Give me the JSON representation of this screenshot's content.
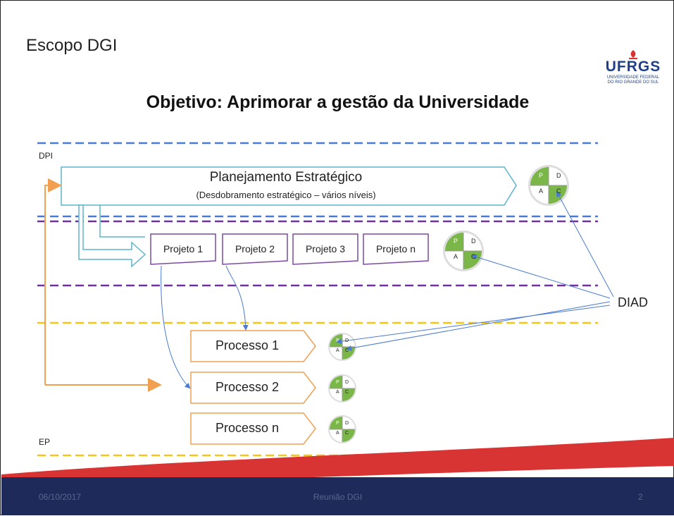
{
  "slide": {
    "title": "Escopo DGI",
    "heading": "Objetivo: Aprimorar a gestão da Universidade",
    "label_dpi": "DPI",
    "label_ep": "EP",
    "label_diad": "DIAD"
  },
  "logo": {
    "name": "UFRGS",
    "line1": "UNIVERSIDADE FEDERAL",
    "line2": "DO RIO GRANDE DO SUL"
  },
  "planning": {
    "title": "Planejamento Estratégico",
    "subtitle": "(Desdobramento estratégico – vários níveis)"
  },
  "projects": [
    {
      "label": "Projeto 1"
    },
    {
      "label": "Projeto 2"
    },
    {
      "label": "Projeto 3"
    },
    {
      "label": "Projeto n"
    }
  ],
  "processes": [
    {
      "label": "Processo 1"
    },
    {
      "label": "Processo 2"
    },
    {
      "label": "Processo n"
    }
  ],
  "pdca": {
    "p": "P",
    "d": "D",
    "a": "A",
    "c": "C",
    "colors": {
      "green": "#7ab648",
      "white": "#ffffff"
    }
  },
  "colors": {
    "dpi_line": "#4a7bd0",
    "project_line": "#7030a0",
    "process_line": "#f5c518",
    "planning_border": "#5bb5cc",
    "project_border": "#7a4a9e",
    "process_border": "#f0a050",
    "footer": "#1e2b5a",
    "swoosh": "#d93434"
  },
  "footer": {
    "date": "06/10/2017",
    "center": "Reunião DGI",
    "page": "2"
  }
}
